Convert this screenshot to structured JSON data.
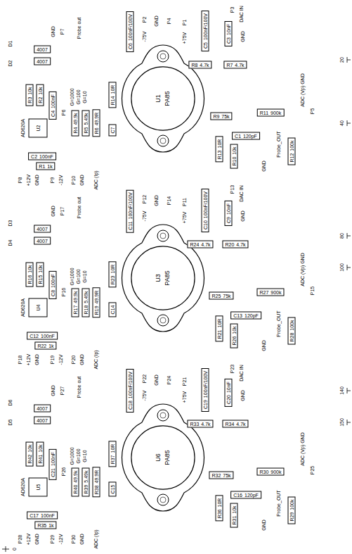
{
  "diagram": {
    "nodes": [
      {
        "text": [
          "4007"
        ]
      },
      {
        "text": [
          "4007"
        ]
      },
      {
        "text": [
          "R3",
          "10k"
        ]
      },
      {
        "text": [
          "R2",
          "10k"
        ]
      },
      {
        "text": [
          "C4",
          "100nF"
        ]
      },
      {
        "text": [
          "U2"
        ]
      },
      {
        "text": [
          "R4",
          "49.9k"
        ]
      },
      {
        "text": [
          "R5",
          "5.49k"
        ]
      },
      {
        "text": [
          "R6",
          "49.9R"
        ]
      },
      {
        "text": [
          "C2",
          "100nF"
        ]
      },
      {
        "text": [
          "R1",
          "1k"
        ]
      },
      {
        "text": [
          "R14",
          "10R"
        ]
      },
      {
        "text": [
          "C6",
          "100nF/100V"
        ]
      },
      {
        "text": [
          "C5",
          "100nF/100V"
        ]
      },
      {
        "text": [
          "C3",
          "10nF"
        ]
      },
      {
        "text": [
          "R8",
          "4.7k"
        ]
      },
      {
        "text": [
          "R7",
          "4.7k"
        ]
      },
      {
        "text": [
          "U1",
          "PA85"
        ]
      },
      {
        "text": [
          "C7"
        ]
      },
      {
        "text": [
          "R9",
          "75k"
        ]
      },
      {
        "text": [
          "R11",
          "900k"
        ]
      },
      {
        "text": [
          "C1",
          "120pF"
        ]
      },
      {
        "text": [
          "R13",
          "10R"
        ]
      },
      {
        "text": [
          "R10",
          "10k"
        ]
      },
      {
        "text": [
          "R12",
          "100k"
        ]
      },
      {
        "text": [
          "4007"
        ]
      },
      {
        "text": [
          "4007"
        ]
      },
      {
        "text": [
          "R16",
          "10k"
        ]
      },
      {
        "text": [
          "R15",
          "10k"
        ]
      },
      {
        "text": [
          "C8",
          "100nF"
        ]
      },
      {
        "text": [
          "U4"
        ]
      },
      {
        "text": [
          "R17",
          "49.9k"
        ]
      },
      {
        "text": [
          "R18",
          "5.49k"
        ]
      },
      {
        "text": [
          "R19",
          "49.9R"
        ]
      },
      {
        "text": [
          "C12",
          "100nF"
        ]
      },
      {
        "text": [
          "R22",
          "1k"
        ]
      },
      {
        "text": [
          "R23",
          "10R"
        ]
      },
      {
        "text": [
          "C11",
          "100nF/100V"
        ]
      },
      {
        "text": [
          "C10",
          "100nF/100V"
        ]
      },
      {
        "text": [
          "C9",
          "10nF"
        ]
      },
      {
        "text": [
          "R24",
          "4.7k"
        ]
      },
      {
        "text": [
          "R20",
          "4.7k"
        ]
      },
      {
        "text": [
          "U3",
          "PA85"
        ]
      },
      {
        "text": [
          "C14"
        ]
      },
      {
        "text": [
          "R25",
          "75k"
        ]
      },
      {
        "text": [
          "R27",
          "900k"
        ]
      },
      {
        "text": [
          "C13",
          "120pF"
        ]
      },
      {
        "text": [
          "R21",
          "10R"
        ]
      },
      {
        "text": [
          "R26",
          "10k"
        ]
      },
      {
        "text": [
          "R28",
          "100k"
        ]
      },
      {
        "text": [
          "4007"
        ]
      },
      {
        "text": [
          "4007"
        ]
      },
      {
        "text": [
          "R42",
          "10k"
        ]
      },
      {
        "text": [
          "R41",
          "10k"
        ]
      },
      {
        "text": [
          "C21",
          "100nF"
        ]
      },
      {
        "text": [
          "U5"
        ]
      },
      {
        "text": [
          "R40",
          "49.9k"
        ]
      },
      {
        "text": [
          "R39",
          "5.49k"
        ]
      },
      {
        "text": [
          "R38",
          "49.9R"
        ]
      },
      {
        "text": [
          "C17",
          "100nF"
        ]
      },
      {
        "text": [
          "R35",
          "1k"
        ]
      },
      {
        "text": [
          "R37",
          "10R"
        ]
      },
      {
        "text": [
          "C18",
          "100nF/100V"
        ]
      },
      {
        "text": [
          "C19",
          "100nF/100V"
        ]
      },
      {
        "text": [
          "C20",
          "10nF"
        ]
      },
      {
        "text": [
          "R33",
          "4.7k"
        ]
      },
      {
        "text": [
          "R34",
          "4.7k"
        ]
      },
      {
        "text": [
          "U6",
          "PA85"
        ]
      },
      {
        "text": [
          "C15"
        ]
      },
      {
        "text": [
          "R32",
          "75k"
        ]
      },
      {
        "text": [
          "R30",
          "900k"
        ]
      },
      {
        "text": [
          "C16",
          "120pF"
        ]
      },
      {
        "text": [
          "R36",
          "10R"
        ]
      },
      {
        "text": [
          "R31",
          "10k"
        ]
      },
      {
        "text": [
          "R29",
          "100k"
        ]
      }
    ],
    "labels": [
      "AD620A",
      "D1",
      "D2",
      "G=1000",
      "G=100",
      "G=10",
      "P6",
      "GND",
      "P7",
      "Probe out",
      "P8",
      "+12V",
      "GND",
      "P9",
      "-12V",
      "P10",
      "GND",
      "ADC (Ip)",
      "P2",
      "-75V",
      "GND",
      "P4",
      "P1",
      "+75V",
      "P3",
      "DAC IN",
      "GND",
      "ADC (Vp) GND",
      "P5",
      "Probe_OUT",
      "GND",
      "AD620A",
      "D3",
      "D4",
      "G=1000",
      "G=100",
      "G=10",
      "P16",
      "GND",
      "P17",
      "Probe out",
      "P18",
      "+12V",
      "GND",
      "P19",
      "-12V",
      "P20",
      "GND",
      "ADC (Ip)",
      "P12",
      "-75V",
      "GND",
      "P14",
      "P11",
      "+75V",
      "P13",
      "DAC IN",
      "GND",
      "ADC (Vp) GND",
      "P15",
      "Probe_OUT",
      "GND",
      "AD620A",
      "D6",
      "D5",
      "G=1000",
      "G=100",
      "G=10",
      "P26",
      "GND",
      "P27",
      "Probe out",
      "P28",
      "+12V",
      "GND",
      "P29",
      "-12V",
      "P30",
      "GND",
      "ADC (Ip)",
      "P22",
      "-75V",
      "GND",
      "P24",
      "P21",
      "+75V",
      "P23",
      "DAC IN",
      "GND",
      "ADC (Vp) GND",
      "P25",
      "Probe_OUT",
      "GND",
      "20",
      "40",
      "80",
      "100",
      "140",
      "150",
      "0"
    ]
  }
}
